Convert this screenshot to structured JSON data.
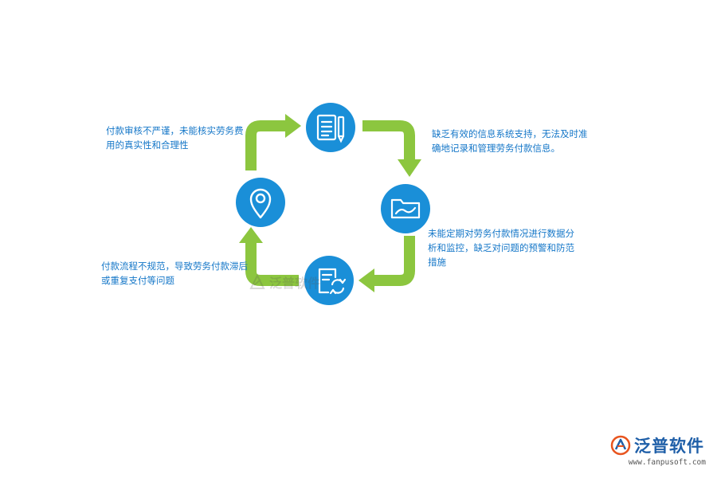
{
  "notes": {
    "top_left": "付款审核不严谨，未能核实劳务费用的真实性和合理性",
    "top_right": "缺乏有效的信息系统支持，无法及时准确地记录和管理劳务付款信息。",
    "bottom_right": "未能定期对劳务付款情况进行数据分析和监控，缺乏对问题的预警和防范措施",
    "bottom_left": "付款流程不规范，导致劳务付款滞后或重复支付等问题"
  },
  "icons": {
    "top": "document-pencil-icon",
    "right": "folder-chart-icon",
    "bottom": "document-refresh-icon",
    "left": "location-pin-icon"
  },
  "colors": {
    "circle": "#1a8fd8",
    "arrow": "#8cc63f",
    "text": "#1577c8"
  },
  "watermark": "泛普软件",
  "logo": {
    "name": "泛普软件",
    "url": "www.fanpusoft.com"
  }
}
